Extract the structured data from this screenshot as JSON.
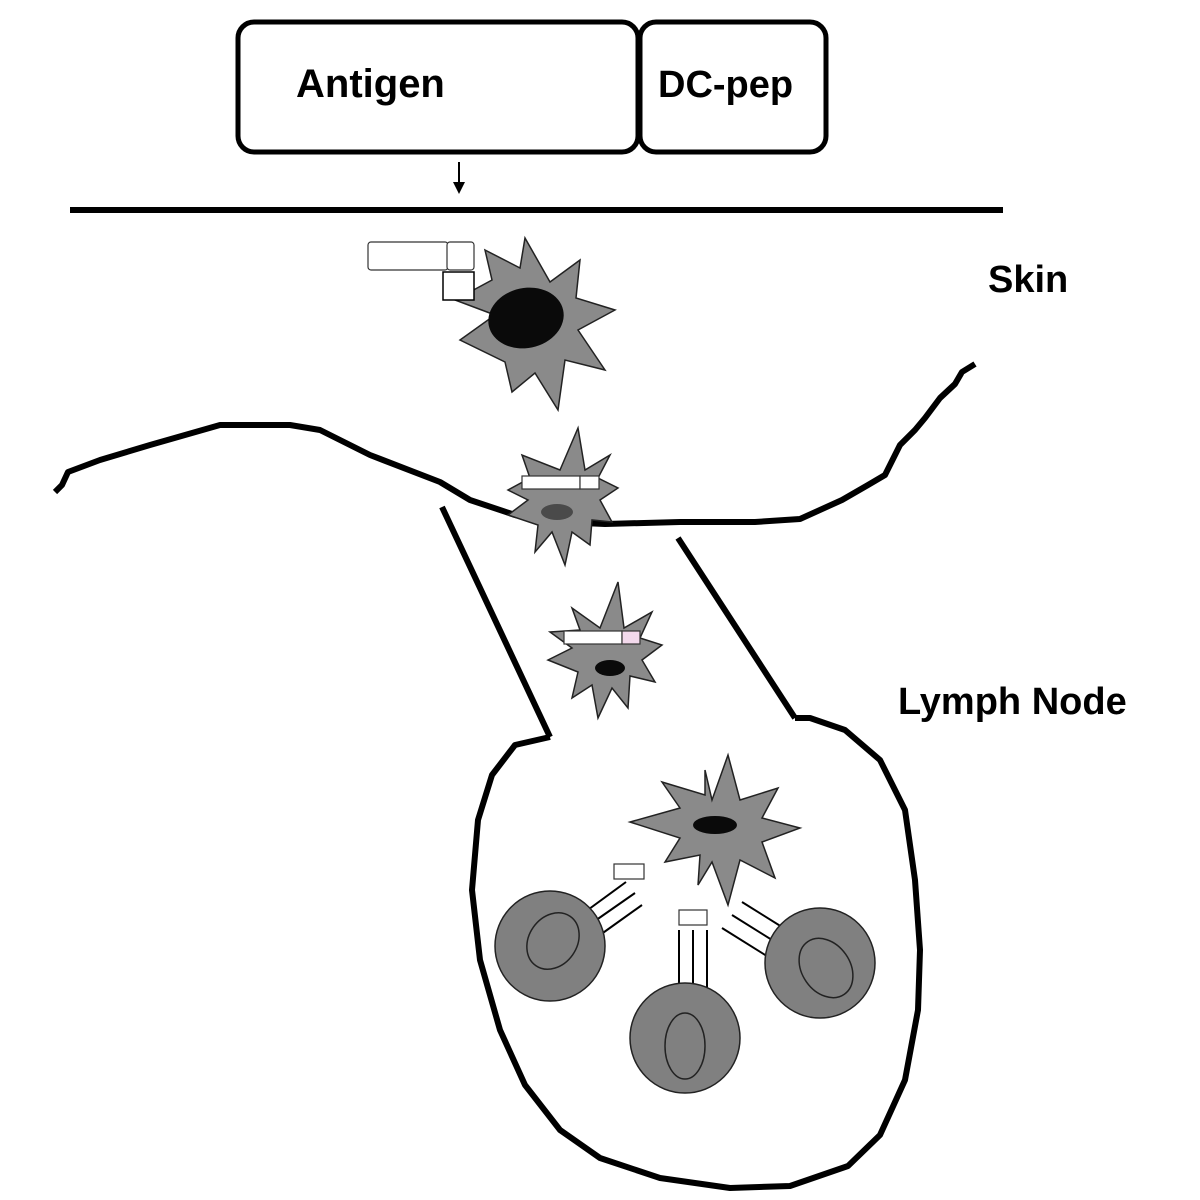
{
  "construct": {
    "antigen_label": "Antigen",
    "dc_pep_label": "DC-pep"
  },
  "regions": {
    "skin_label": "Skin",
    "lymph_node_label": "Lymph Node"
  },
  "colors": {
    "line": "#000000",
    "dendritic_cell": "#8a8a8a",
    "nucleus": "#0a0a0a",
    "t_cell": "#808080",
    "background": "#ffffff",
    "tag_pink": "#f3d9ec"
  }
}
